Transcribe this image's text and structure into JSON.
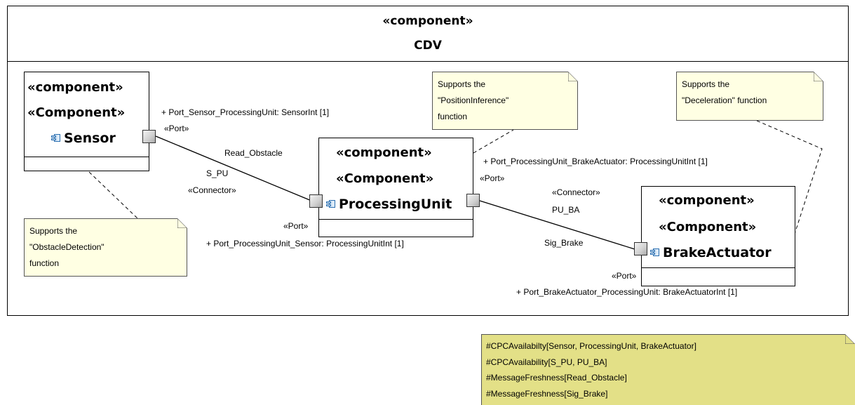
{
  "frame": {
    "stereotype": "«component»",
    "name": "CDV"
  },
  "components": {
    "sensor": {
      "stereo1": "«component»",
      "stereo2": "«Component»",
      "name": "Sensor"
    },
    "processing_unit": {
      "stereo1": "«component»",
      "stereo2": "«Component»",
      "name": "ProcessingUnit"
    },
    "brake_actuator": {
      "stereo1": "«component»",
      "stereo2": "«Component»",
      "name": "BrakeActuator"
    }
  },
  "ports": {
    "sensor_pu": {
      "stereo": "«Port»",
      "label": "+ Port_Sensor_ProcessingUnit: SensorInt [1]"
    },
    "pu_sensor": {
      "stereo": "«Port»",
      "label": "+ Port_ProcessingUnit_Sensor: ProcessingUnitInt [1]"
    },
    "pu_ba": {
      "stereo": "«Port»",
      "label": "+ Port_ProcessingUnit_BrakeActuator: ProcessingUnitInt [1]"
    },
    "ba_pu": {
      "stereo": "«Port»",
      "label": "+ Port_BrakeActuator_ProcessingUnit: BrakeActuatorInt [1]"
    }
  },
  "connectors": {
    "s_pu": {
      "message": "Read_Obstacle",
      "name": "S_PU",
      "stereo": "«Connector»"
    },
    "pu_ba": {
      "stereo": "«Connector»",
      "name": "PU_BA",
      "message": "Sig_Brake"
    }
  },
  "notes": {
    "obstacle": [
      "Supports the",
      "\"ObstacleDetection\"",
      "function"
    ],
    "position": [
      "Supports the",
      "\"PositionInference\"",
      "function"
    ],
    "deceleration": [
      "Supports the",
      "\"Deceleration\" function"
    ]
  },
  "constraints": [
    "#CPCAvailabilty[Sensor, ProcessingUnit, BrakeActuator]",
    "#CPCAvailability[S_PU, PU_BA]",
    "#MessageFreshness[Read_Obstacle]",
    "#MessageFreshness[Sig_Brake]"
  ],
  "colors": {
    "note_fill": "#ffffe3",
    "constraint_fill": "#e3e087",
    "icon_blue": "#2b6fb0"
  },
  "icons": {
    "component": "component-icon",
    "port": "port-square"
  }
}
